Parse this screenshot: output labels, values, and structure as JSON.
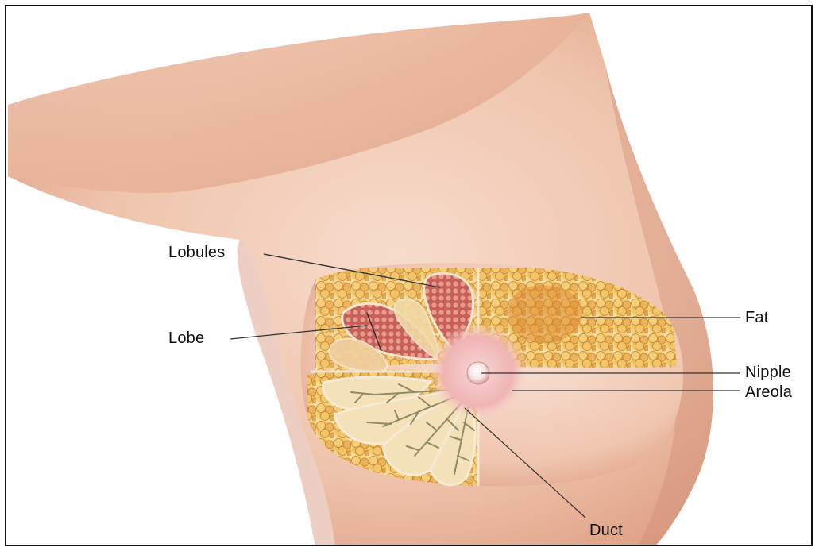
{
  "labels": {
    "lobules": "Lobules",
    "lobe": "Lobe",
    "fat": "Fat",
    "nipple": "Nipple",
    "areola": "Areola",
    "duct": "Duct"
  },
  "colors": {
    "skin_light": "#f8dccb",
    "skin_mid": "#eab79d",
    "skin_shadow": "#d9957a",
    "fat_yellow": "#efc25d",
    "fat_orange": "#d98a32",
    "lobule_pink": "#d97769",
    "duct_green": "#8f8b63",
    "areola_pink": "#f1b7b8",
    "leader_line": "#333333"
  }
}
